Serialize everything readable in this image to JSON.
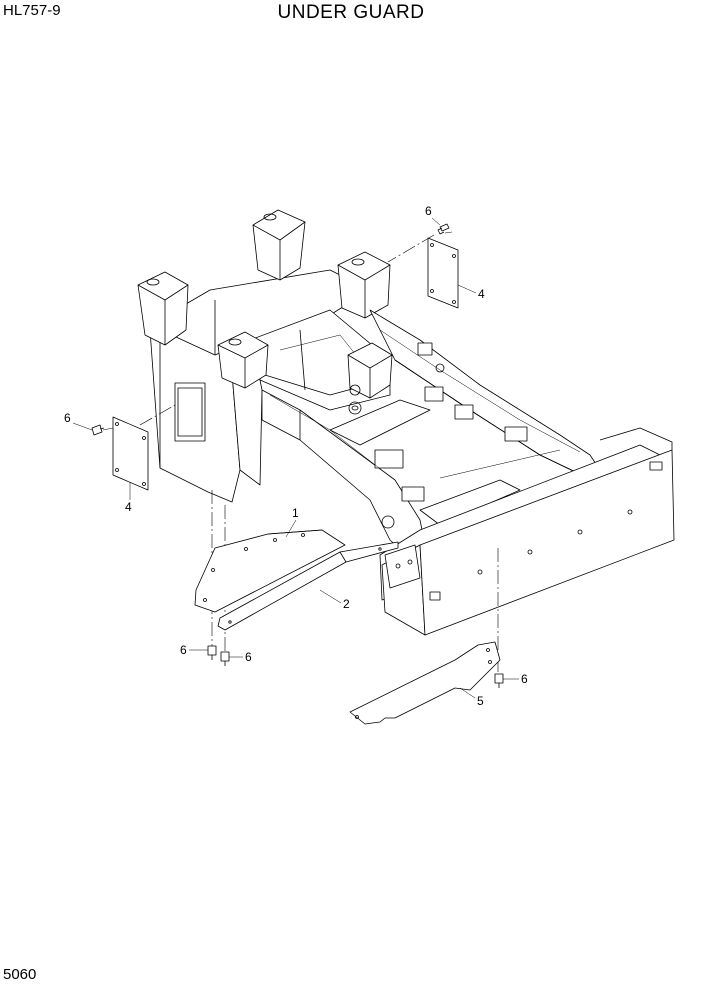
{
  "header": {
    "model": "HL757-9",
    "title": "UNDER GUARD"
  },
  "footer": {
    "page_number": "5060"
  },
  "callouts": {
    "c1": "1",
    "c2": "2",
    "c4_right": "4",
    "c4_left": "4",
    "c5": "5",
    "c6_top": "6",
    "c6_left": "6",
    "c6_bl1": "6",
    "c6_bl2": "6",
    "c6_right": "6"
  }
}
